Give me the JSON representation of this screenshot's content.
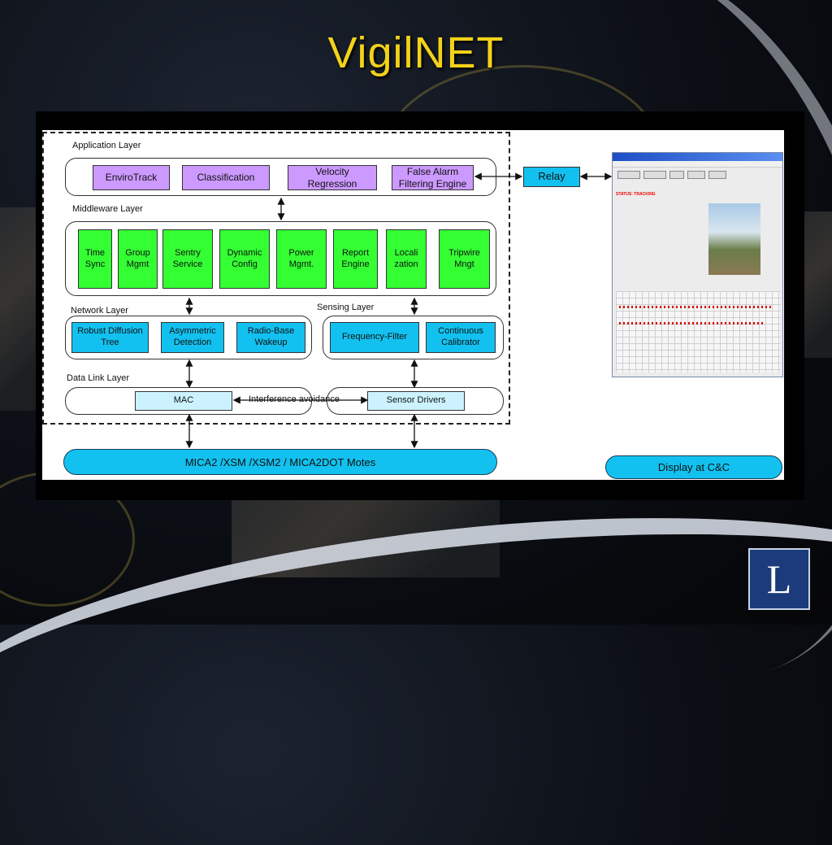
{
  "slide": {
    "title": "VigilNET",
    "logo_letter": "L"
  },
  "diagram": {
    "layers": {
      "application": "Application Layer",
      "middleware": "Middleware Layer",
      "network": "Network Layer",
      "sensing": "Sensing Layer",
      "datalink": "Data Link Layer"
    },
    "application_boxes": [
      "EnviroTrack",
      "Classification",
      "Velocity Regression",
      "False Alarm Filtering Engine"
    ],
    "middleware_boxes": [
      "Time Sync",
      "Group Mgmt",
      "Sentry Service",
      "Dynamic Config",
      "Power Mgmt.",
      "Report Engine",
      "Locali zation",
      "Tripwire Mngt"
    ],
    "network_boxes": [
      "Robust Diffusion Tree",
      "Asymmetric Detection",
      "Radio-Base Wakeup"
    ],
    "sensing_boxes": [
      "Frequency-Filter",
      "Continuous Calibrator"
    ],
    "datalink": {
      "mac": "MAC",
      "interference": "Interference avoidance",
      "sensor_drivers": "Sensor Drivers"
    },
    "relay": "Relay",
    "motes": "MICA2 /XSM /XSM2 / MICA2DOT Motes",
    "display": "Display at C&C",
    "screenshot": {
      "status": "STATUS: TRACKING"
    }
  },
  "colors": {
    "title": "#f2d21a",
    "application_box": "#cc99ff",
    "middleware_box": "#33ff33",
    "network_box": "#12c1ef",
    "datalink_box": "#ccf2ff"
  }
}
